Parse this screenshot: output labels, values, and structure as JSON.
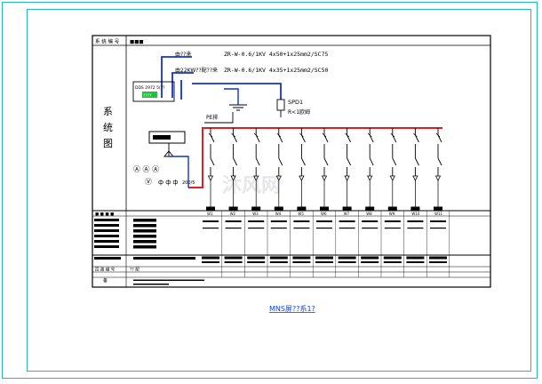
{
  "header": {
    "left_label": "系 统 编 号",
    "code_block": "■■■"
  },
  "side_title": [
    "系",
    "统",
    "图"
  ],
  "cable_labels": {
    "line1_prefix": "由??来",
    "line1_spec": "ZR-W-0.6/1KV 4x50+1x25mm2/SC75",
    "line2_prefix": "由22KW??配??来",
    "line2_spec": "ZR-W-0.6/1KV 4x35+1x25mm2/SC50"
  },
  "meter_box": {
    "label": "DDS 2972 5(??",
    "badge": "????"
  },
  "spd": {
    "name": "SPD1",
    "desc": "R<1欧姆"
  },
  "pe_label": "PE排",
  "instrument_labels": {
    "ammeters": "Ⓐ Ⓐ Ⓐ",
    "voltmeter": "Ⓥ",
    "ct": "ф ф ф",
    "ct_ratio": "200/5"
  },
  "row_labels": {
    "first_row": "■ ■ ■ ■",
    "bottom_code": "回 路 编 号",
    "bottom_value": "?? 配",
    "remark": "备"
  },
  "circuit_codes": [
    "W1",
    "W2",
    "W3",
    "W4",
    "W5",
    "W6",
    "W7",
    "W8",
    "W9",
    "W10",
    "W11"
  ],
  "watermark": "沐风网",
  "caption": "MNS屏??系1?",
  "colors": {
    "frame": "#20b8c8",
    "cable": "#1030e0",
    "busbar": "#e02020",
    "line": "#000000",
    "meter_badge": "#22c040",
    "caption": "#1040ff"
  }
}
